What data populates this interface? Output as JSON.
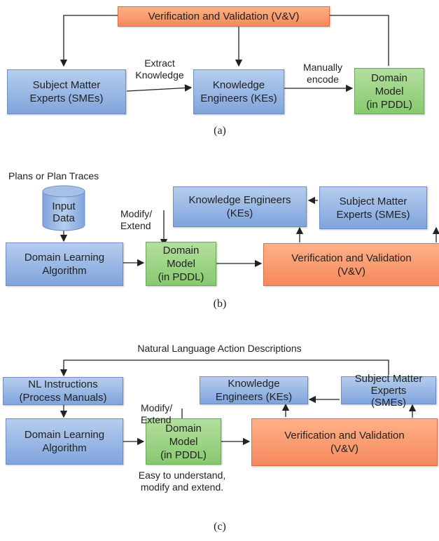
{
  "panel_a": {
    "vv": "Verification and Validation (V&V)",
    "smes": "Subject Matter\nExperts (SMEs)",
    "kes": "Knowledge\nEngineers (KEs)",
    "domain": "Domain\nModel\n(in PDDL)",
    "extract": "Extract\nKnowledge",
    "encode": "Manually\nencode",
    "caption": "(a)"
  },
  "panel_b": {
    "title": "Plans or Plan Traces",
    "input": "Input\nData",
    "dla": "Domain Learning\nAlgorithm",
    "domain": "Domain\nModel\n(in PDDL)",
    "vv": "Verification and Validation\n(V&V)",
    "kes": "Knowledge Engineers\n(KEs)",
    "smes": "Subject Matter\nExperts (SMEs)",
    "modify": "Modify/\nExtend",
    "caption": "(b)"
  },
  "panel_c": {
    "title": "Natural Language Action Descriptions",
    "nl": "NL Instructions\n(Process Manuals)",
    "dla": "Domain Learning\nAlgorithm",
    "domain": "Domain\nModel\n(in PDDL)",
    "vv": "Verification and Validation\n(V&V)",
    "kes": "Knowledge\nEngineers (KEs)",
    "smes": "Subject Matter\nExperts\n(SMEs)",
    "modify": "Modify/\nExtend",
    "note": "Easy to understand,\nmodify and extend.",
    "caption": "(c)"
  }
}
